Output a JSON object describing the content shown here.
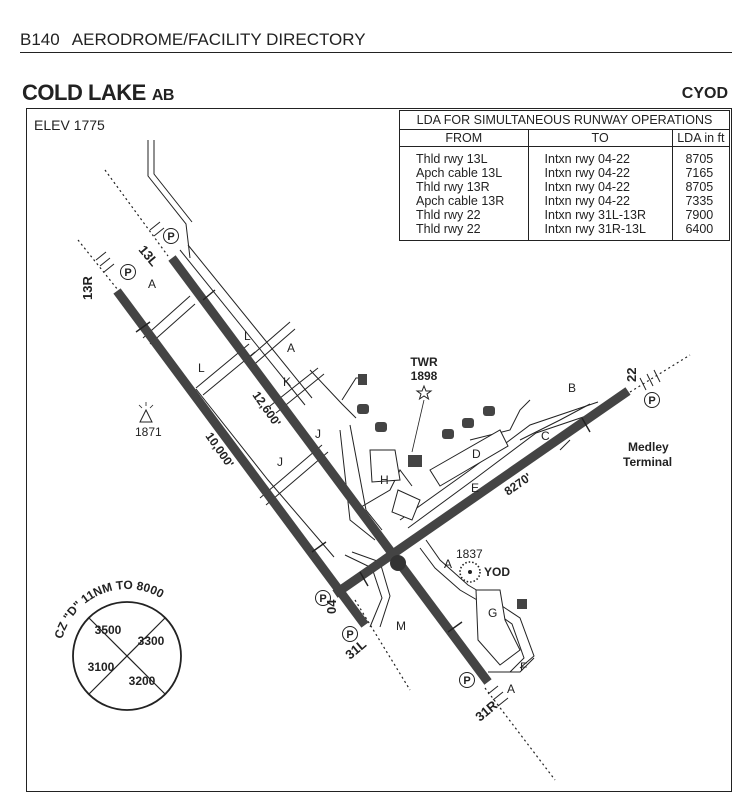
{
  "header": {
    "page_code": "B140",
    "title": "AERODROME/FACILITY DIRECTORY"
  },
  "aerodrome": {
    "name": "COLD LAKE",
    "province": "AB",
    "ident": "CYOD",
    "elevation": "ELEV 1775"
  },
  "lda_table": {
    "title": "LDA FOR SIMULTANEOUS RUNWAY OPERATIONS",
    "columns": [
      "FROM",
      "TO",
      "LDA in ft"
    ],
    "rows": [
      [
        "Thld rwy 13L",
        "Intxn rwy 04-22",
        "8705"
      ],
      [
        "Apch cable 13L",
        "Intxn rwy 04-22",
        "7165"
      ],
      [
        "Thld rwy 13R",
        "Intxn rwy 04-22",
        "8705"
      ],
      [
        "Apch cable 13R",
        "Intxn rwy 04-22",
        "7335"
      ],
      [
        "Thld rwy 22",
        "Intxn rwy 31L-13R",
        "7900"
      ],
      [
        "Thld rwy 22",
        "Intxn rwy 31R-13L",
        "6400"
      ]
    ]
  },
  "runways": {
    "end_13L": "13L",
    "end_13R": "13R",
    "end_31L": "31L",
    "end_31R": "31R",
    "end_04": "04",
    "end_22": "22",
    "length_13L_31R": "12,600'",
    "length_13R_31L": "10,000'",
    "length_04_22": "8270'"
  },
  "taxiways": [
    "A",
    "B",
    "C",
    "D",
    "E",
    "F",
    "G",
    "H",
    "J",
    "K",
    "L",
    "M"
  ],
  "tower": {
    "label": "TWR",
    "height": "1898"
  },
  "obstacle": {
    "height": "1871"
  },
  "navaid": {
    "ident": "YOD",
    "elevation": "1837"
  },
  "terminal": {
    "line1": "Medley",
    "line2": "Terminal"
  },
  "parking_symbol": "P",
  "control_zone": {
    "label": "CZ \"D\" 11NM TO 8000",
    "quadrants": [
      "3500",
      "3300",
      "3100",
      "3200"
    ]
  }
}
